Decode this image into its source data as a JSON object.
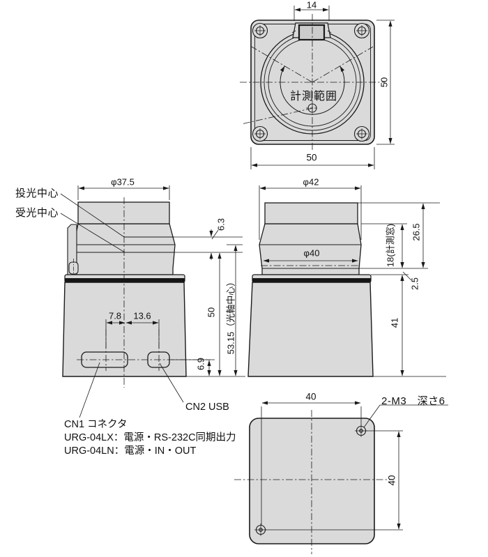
{
  "drawing": {
    "title_hint": "URG-04LX/URG-04LN sensor outline dimension drawing",
    "colors": {
      "body_fill": "#dadada",
      "line": "#1a1a1a",
      "band": "#151515"
    },
    "top_view": {
      "dim_tab_width": "14",
      "dim_height": "50",
      "dim_width": "50",
      "scan_range_label": "計測範囲"
    },
    "front_view": {
      "label_emit_center": "投光中心",
      "label_recv_center": "受光中心",
      "dim_head_dia": "φ37.5",
      "dim_emit_recv_gap": "6.3",
      "dim_cn1_offset": "7.8",
      "dim_cn2_offset": "13.6",
      "dim_recv_height": "50",
      "dim_axis_height": "53.15（光軸中心）",
      "dim_conn_height": "6.9",
      "label_cn2": "CN2 USB",
      "label_cn1": "CN1 コネクタ",
      "label_cn1_lx": "URG-04LX：電源・RS-232C同期出力",
      "label_cn1_ln": "URG-04LN：電源・IN・OUT"
    },
    "side_view": {
      "dim_top_dia": "φ42",
      "dim_window_dia": "φ40",
      "dim_head_height": "26.5",
      "dim_window_height": "18(計測窓)",
      "dim_step": "2.5",
      "dim_body_height": "41"
    },
    "bottom_view": {
      "dim_hole_pitch_x": "40",
      "dim_hole_pitch_y": "40",
      "label_mount_holes": "2-M3　深さ6"
    }
  }
}
